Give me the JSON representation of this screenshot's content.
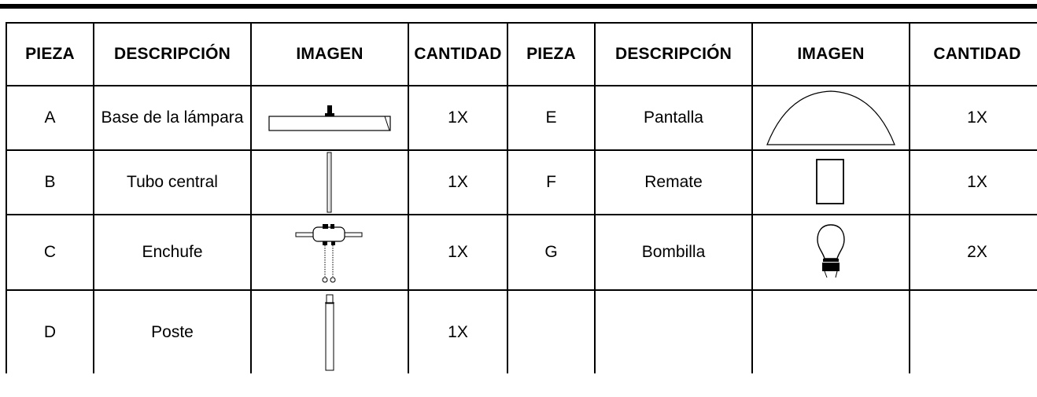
{
  "headers": [
    "PIEZA",
    "DESCRIPCIÓN",
    "IMAGEN",
    "CANTIDAD",
    "PIEZA",
    "DESCRIPCIÓN",
    "IMAGEN",
    "CANTIDAD"
  ],
  "rows": [
    {
      "left": {
        "piece": "A",
        "description": "Base de la lámpara",
        "image": "lamp-base-icon",
        "quantity": "1X"
      },
      "right": {
        "piece": "E",
        "description": "Pantalla",
        "image": "lampshade-icon",
        "quantity": "1X"
      }
    },
    {
      "left": {
        "piece": "B",
        "description": "Tubo central",
        "image": "center-tube-icon",
        "quantity": "1X"
      },
      "right": {
        "piece": "F",
        "description": "Remate",
        "image": "finial-icon",
        "quantity": "1X"
      }
    },
    {
      "left": {
        "piece": "C",
        "description": "Enchufe",
        "image": "socket-icon",
        "quantity": "1X"
      },
      "right": {
        "piece": "G",
        "description": "Bombilla",
        "image": "light-bulb-icon",
        "quantity": "2X"
      }
    },
    {
      "left": {
        "piece": "D",
        "description": "Poste",
        "image": "post-icon",
        "quantity": "1X"
      },
      "right": {
        "piece": "",
        "description": "",
        "image": "",
        "quantity": ""
      }
    }
  ]
}
